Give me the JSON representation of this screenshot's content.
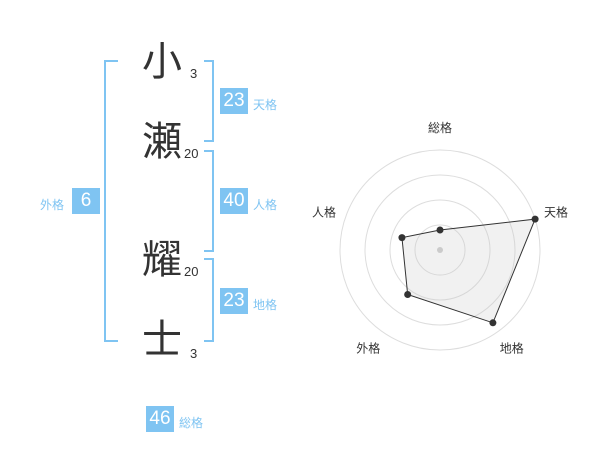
{
  "name": {
    "chars": [
      {
        "kanji": "小",
        "strokes": "3"
      },
      {
        "kanji": "瀬",
        "strokes": "20"
      },
      {
        "kanji": "耀",
        "strokes": "20"
      },
      {
        "kanji": "士",
        "strokes": "3"
      }
    ]
  },
  "fortunes": {
    "tenkaku": {
      "value": "23",
      "label": "天格"
    },
    "jinkaku": {
      "value": "40",
      "label": "人格"
    },
    "chikaku": {
      "value": "23",
      "label": "地格"
    },
    "gaikaku": {
      "value": "6",
      "label": "外格"
    },
    "soukaku": {
      "value": "46",
      "label": "総格"
    }
  },
  "accent_color": "#7fc4f2",
  "chart_data": {
    "type": "radar",
    "axes": [
      "総格",
      "天格",
      "地格",
      "外格",
      "人格"
    ],
    "values": [
      0.2,
      1.0,
      0.9,
      0.55,
      0.4
    ],
    "rings": 4
  }
}
